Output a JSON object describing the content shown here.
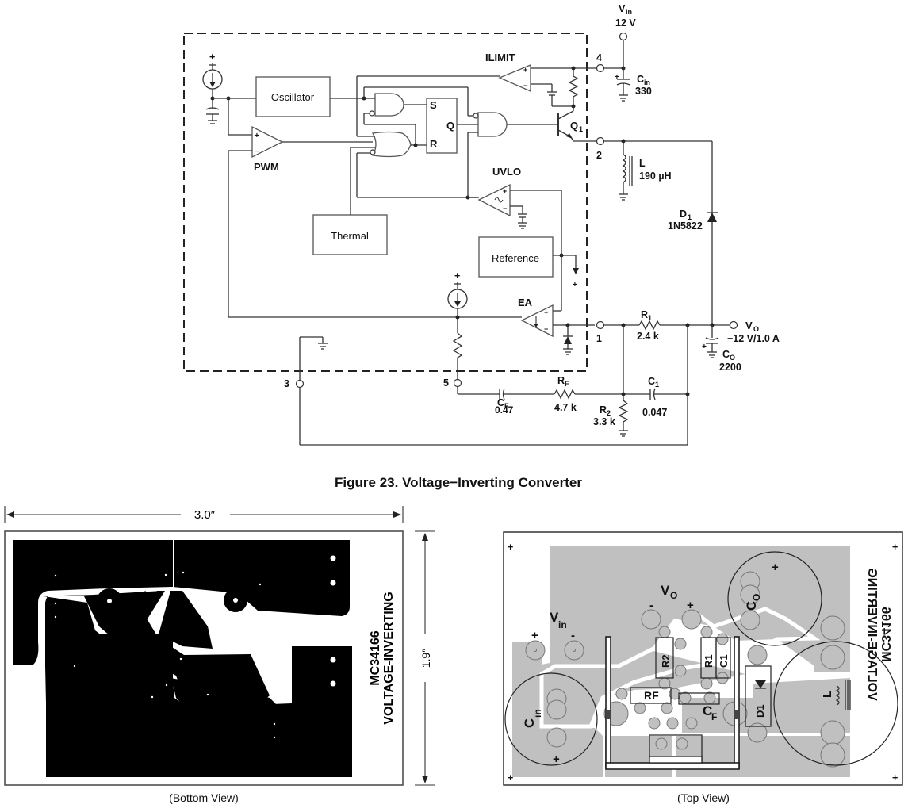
{
  "schematic": {
    "blocks": {
      "oscillator": "Oscillator",
      "thermal": "Thermal",
      "reference": "Reference"
    },
    "amplifiers": {
      "pwm": "PWM",
      "ilimit": "ILIMIT",
      "uvlo": "UVLO",
      "ea": "EA"
    },
    "latch": {
      "s": "S",
      "r": "R",
      "q": "Q"
    },
    "transistor": {
      "name": "Q",
      "sub": "1"
    },
    "pins": {
      "p1": "1",
      "p2": "2",
      "p3": "3",
      "p4": "4",
      "p5": "5"
    },
    "vin": {
      "label": "V",
      "sub": "in",
      "value": "12 V"
    },
    "cin": {
      "label": "C",
      "sub": "in",
      "value": "330"
    },
    "inductor": {
      "label": "L",
      "value": "190 µH"
    },
    "diode": {
      "label": "D",
      "sub": "1",
      "value": "1N5822"
    },
    "vout": {
      "label": "V",
      "sub": "O",
      "value": "−12 V/1.0 A"
    },
    "co": {
      "label": "C",
      "sub": "O",
      "value": "2200"
    },
    "r1": {
      "label": "R",
      "sub": "1",
      "value": "2.4 k"
    },
    "r2": {
      "label": "R",
      "sub": "2",
      "value": "3.3 k"
    },
    "cf": {
      "label": "C",
      "sub": "F",
      "value": "0.47"
    },
    "rf": {
      "label": "R",
      "sub": "F",
      "value": "4.7 k"
    },
    "c1": {
      "label": "C",
      "sub": "1",
      "value": "0.047"
    },
    "plus": "+",
    "minus": "−"
  },
  "figure_caption": "Figure 23. Voltage−Inverting Converter",
  "bottom_view": {
    "width_dim": "3.0″",
    "height_dim": "1.9″",
    "board_text_line1": "MC34166",
    "board_text_line2": "VOLTAGE-INVERTING",
    "caption": "(Bottom View)"
  },
  "top_view": {
    "labels": {
      "vo": "V",
      "vo_sub": "O",
      "vin": "V",
      "vin_sub": "in",
      "cin": "C",
      "cin_sub": "in",
      "co": "C",
      "co_sub": "O",
      "cf": "C",
      "cf_sub": "F",
      "r2": "R2",
      "r1": "R1",
      "c1": "C1",
      "rf": "RF",
      "d1": "D1",
      "l": "L",
      "plus": "+",
      "minus": "-"
    },
    "mirrored_text_line1": "MC34166",
    "mirrored_text_line2": "VOLTAGE-INVERTING",
    "caption": "(Top View)"
  }
}
